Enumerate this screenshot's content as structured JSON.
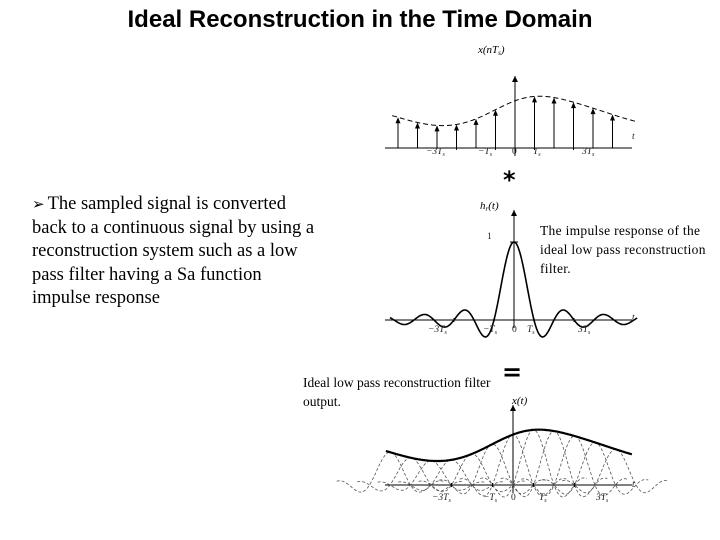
{
  "title": "Ideal Reconstruction in the Time Domain",
  "bullet": {
    "marker": "➢",
    "text": "The sampled signal is converted back to a continuous signal by using a reconstruction system such as a low pass filter having a Sa function impulse response"
  },
  "operators": {
    "convolve": "*",
    "equals": "="
  },
  "captions": {
    "impulse_response": "The impulse response of the ideal low pass reconstruction filter.",
    "filter_output": "Ideal low pass reconstruction filter output."
  },
  "top_plot": {
    "label_main": "x(nT",
    "label_sub": "s",
    "label_close": ")",
    "ticks": [
      {
        "main": "−3T",
        "sub": "s"
      },
      {
        "main": "−T",
        "sub": "s"
      },
      {
        "main": "0",
        "sub": ""
      },
      {
        "main": "T",
        "sub": "s"
      },
      {
        "main": "3T",
        "sub": "s"
      }
    ],
    "axis_label": "t"
  },
  "middle_plot": {
    "label_main": "h",
    "label_sub": "r",
    "label_close": "(t)",
    "peak_label": "1",
    "ticks": [
      {
        "main": "−3T",
        "sub": "s"
      },
      {
        "main": "−T",
        "sub": "s"
      },
      {
        "main": "0",
        "sub": ""
      },
      {
        "main": "T",
        "sub": "s"
      },
      {
        "main": "3T",
        "sub": "s"
      }
    ],
    "axis_label": "t"
  },
  "bottom_plot": {
    "label_main": "x(t)",
    "ticks": [
      {
        "main": "−3T",
        "sub": "s"
      },
      {
        "main": "−T",
        "sub": "s"
      },
      {
        "main": "0",
        "sub": ""
      },
      {
        "main": "T",
        "sub": "s"
      },
      {
        "main": "3T",
        "sub": "s"
      }
    ],
    "axis_label": "t"
  }
}
